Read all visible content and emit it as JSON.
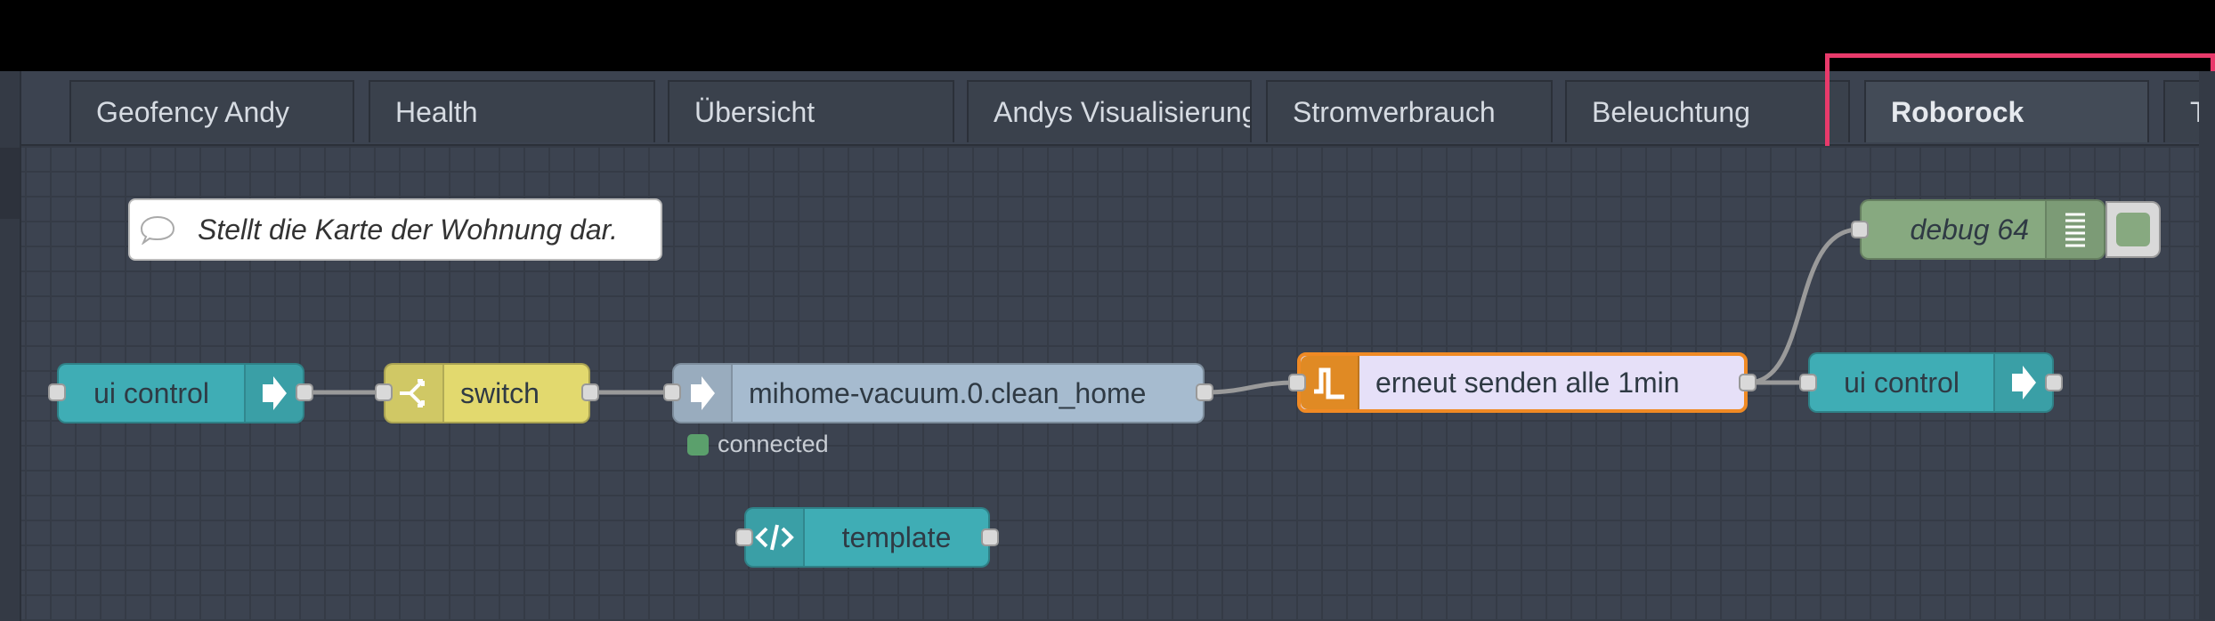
{
  "tabs": [
    {
      "label": "Geofency Andy",
      "active": false
    },
    {
      "label": "Health",
      "active": false
    },
    {
      "label": "Übersicht",
      "active": false
    },
    {
      "label": "Andys Visualisierung",
      "active": false
    },
    {
      "label": "Stromverbrauch",
      "active": false
    },
    {
      "label": "Beleuchtung",
      "active": false
    },
    {
      "label": "Roborock",
      "active": true
    },
    {
      "label": "T",
      "active": false
    }
  ],
  "comment": {
    "text": "Stellt die Karte der Wohnung dar."
  },
  "nodes": {
    "ui_control_1": {
      "label": "ui control",
      "color": "#3fadb5"
    },
    "switch": {
      "label": "switch",
      "color": "#e2d96e"
    },
    "mihome": {
      "label": "mihome-vacuum.0.clean_home",
      "color": "#a6bbcf",
      "status": "connected"
    },
    "trigger": {
      "label": "erneut senden alle 1min",
      "color": "#e6e0f8",
      "border": "#f08a24"
    },
    "debug": {
      "label": "debug 64",
      "color": "#87a980"
    },
    "ui_control_2": {
      "label": "ui control",
      "color": "#3fadb5"
    },
    "template": {
      "label": "template",
      "color": "#3fadb5"
    }
  },
  "colors": {
    "highlight": "#e83a6b",
    "status_ok": "#5ba06c"
  }
}
